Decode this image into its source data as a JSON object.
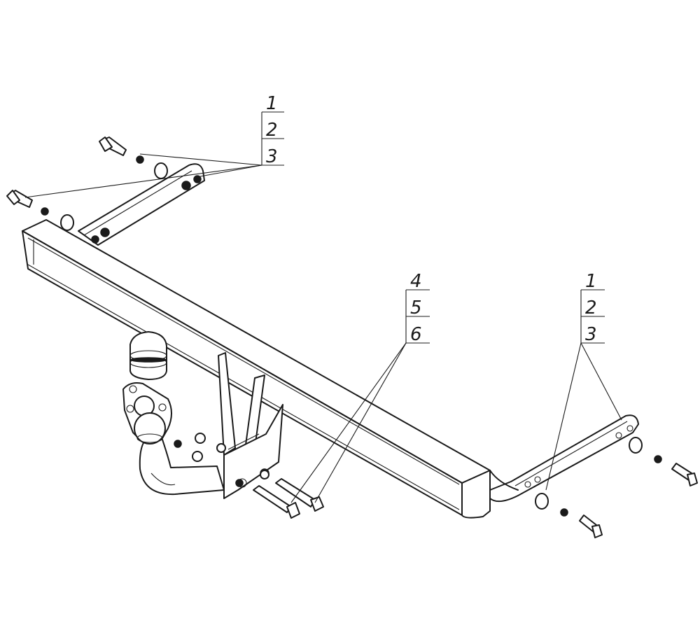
{
  "callouts": [
    {
      "id": "callout-left",
      "labels": [
        "1",
        "2",
        "3"
      ]
    },
    {
      "id": "callout-center",
      "labels": [
        "4",
        "5",
        "6"
      ]
    },
    {
      "id": "callout-right",
      "labels": [
        "1",
        "2",
        "3"
      ]
    }
  ]
}
